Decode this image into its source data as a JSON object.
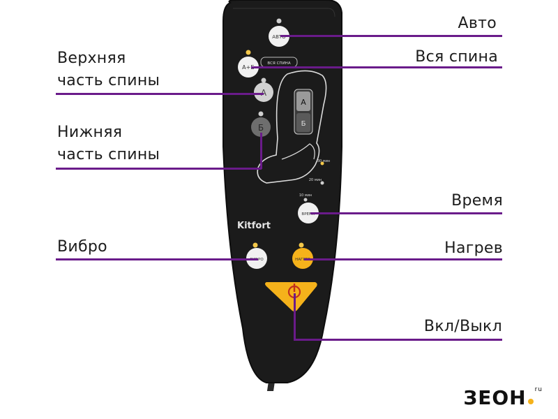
{
  "labels": {
    "auto": "Авто",
    "full_back": "Вся спина",
    "upper_back_line1": "Верхняя",
    "upper_back_line2": "часть спины",
    "lower_back_line1": "Нижняя",
    "lower_back_line2": "часть спины",
    "time": "Время",
    "vibro": "Вибро",
    "heat": "Нагрев",
    "power": "Вкл/Выкл"
  },
  "remote": {
    "brand": "Kitfort",
    "btn_auto": "АВТО",
    "btn_ab": "А+Б",
    "full_back_tag": "ВСЯ СПИНА",
    "btn_a": "А",
    "btn_b": "Б",
    "zone_a": "А",
    "zone_b": "Б",
    "t30": "30 мин",
    "t20": "20 мин",
    "t10": "10 мин",
    "btn_time": "ВРЕМЯ",
    "btn_vibro": "ВИБРО",
    "btn_heat": "НАГРЕВ"
  },
  "watermark": {
    "text": "ЗЕОН",
    "sub": "ru"
  },
  "colors": {
    "accent_line": "#6a1b8a",
    "remote_body": "#1a1a1a",
    "power_yellow": "#f5b21b",
    "led": "#f4c84a"
  }
}
